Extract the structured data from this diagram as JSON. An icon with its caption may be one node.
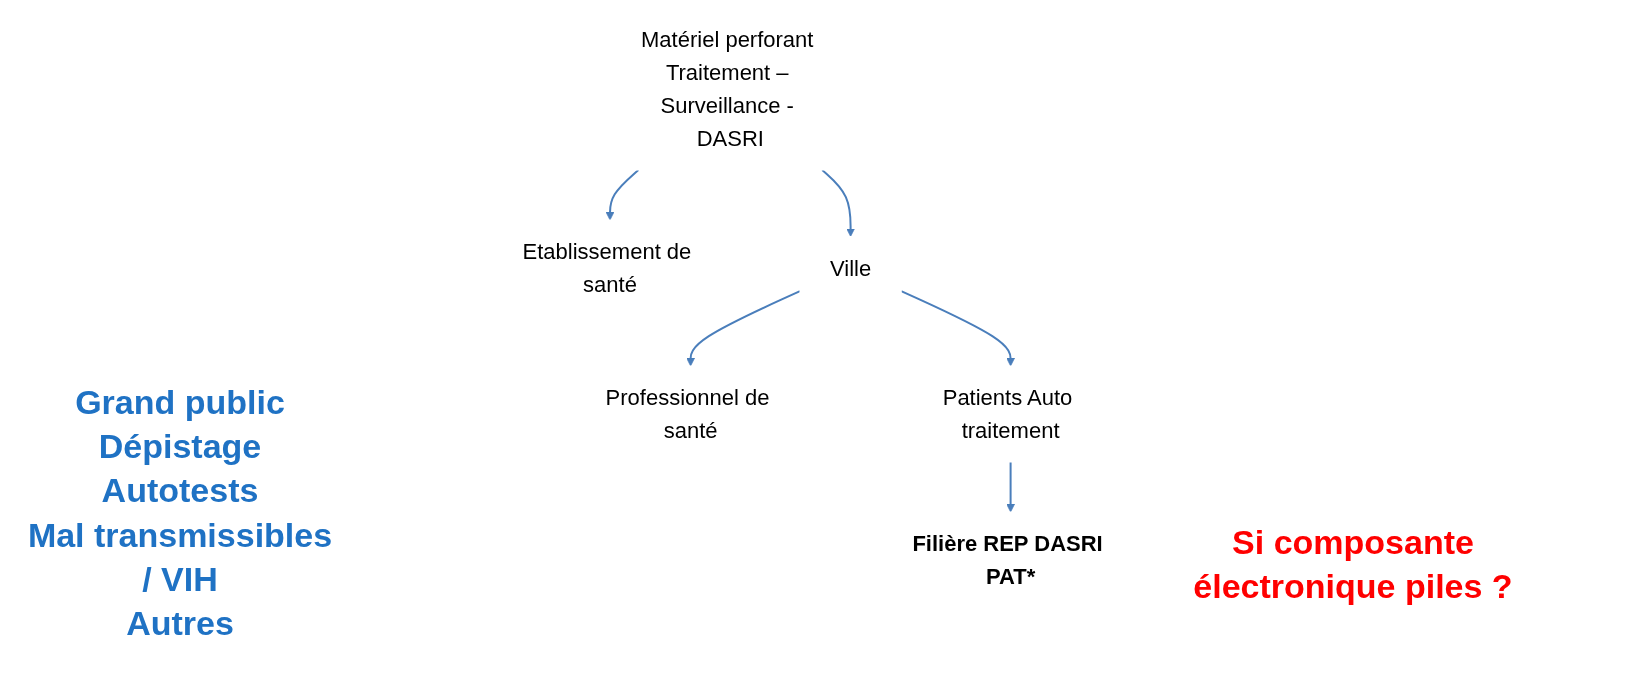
{
  "diagram": {
    "nodes": [
      {
        "text": [
          "Matériel perforant Traitement – Surveillance - DASRI"
        ]
      },
      {
        "text": [
          "Etablissement de santé"
        ]
      },
      {
        "text": [
          "Ville"
        ]
      },
      {
        "text": [
          "Professionnel de santé"
        ]
      },
      {
        "text": [
          "Patients Auto traitement"
        ]
      },
      {
        "text": [
          "Filière REP DASRI PAT*"
        ]
      }
    ],
    "edges": [
      {
        "from": 0,
        "to": 1,
        "arrow": "to"
      },
      {
        "from": 0,
        "to": 2,
        "arrow": "to"
      },
      {
        "from": 2,
        "to": 3,
        "arrow": "to"
      },
      {
        "from": 2,
        "to": 4,
        "arrow": "to"
      },
      {
        "from": 4,
        "to": 5,
        "arrow": "to"
      }
    ],
    "labels": [
      "Grand public",
      "Dépistage",
      "Autotests",
      "Mal transmissibles / VIH",
      "Autres",
      "Si composante électronique piles ?"
    ]
  }
}
